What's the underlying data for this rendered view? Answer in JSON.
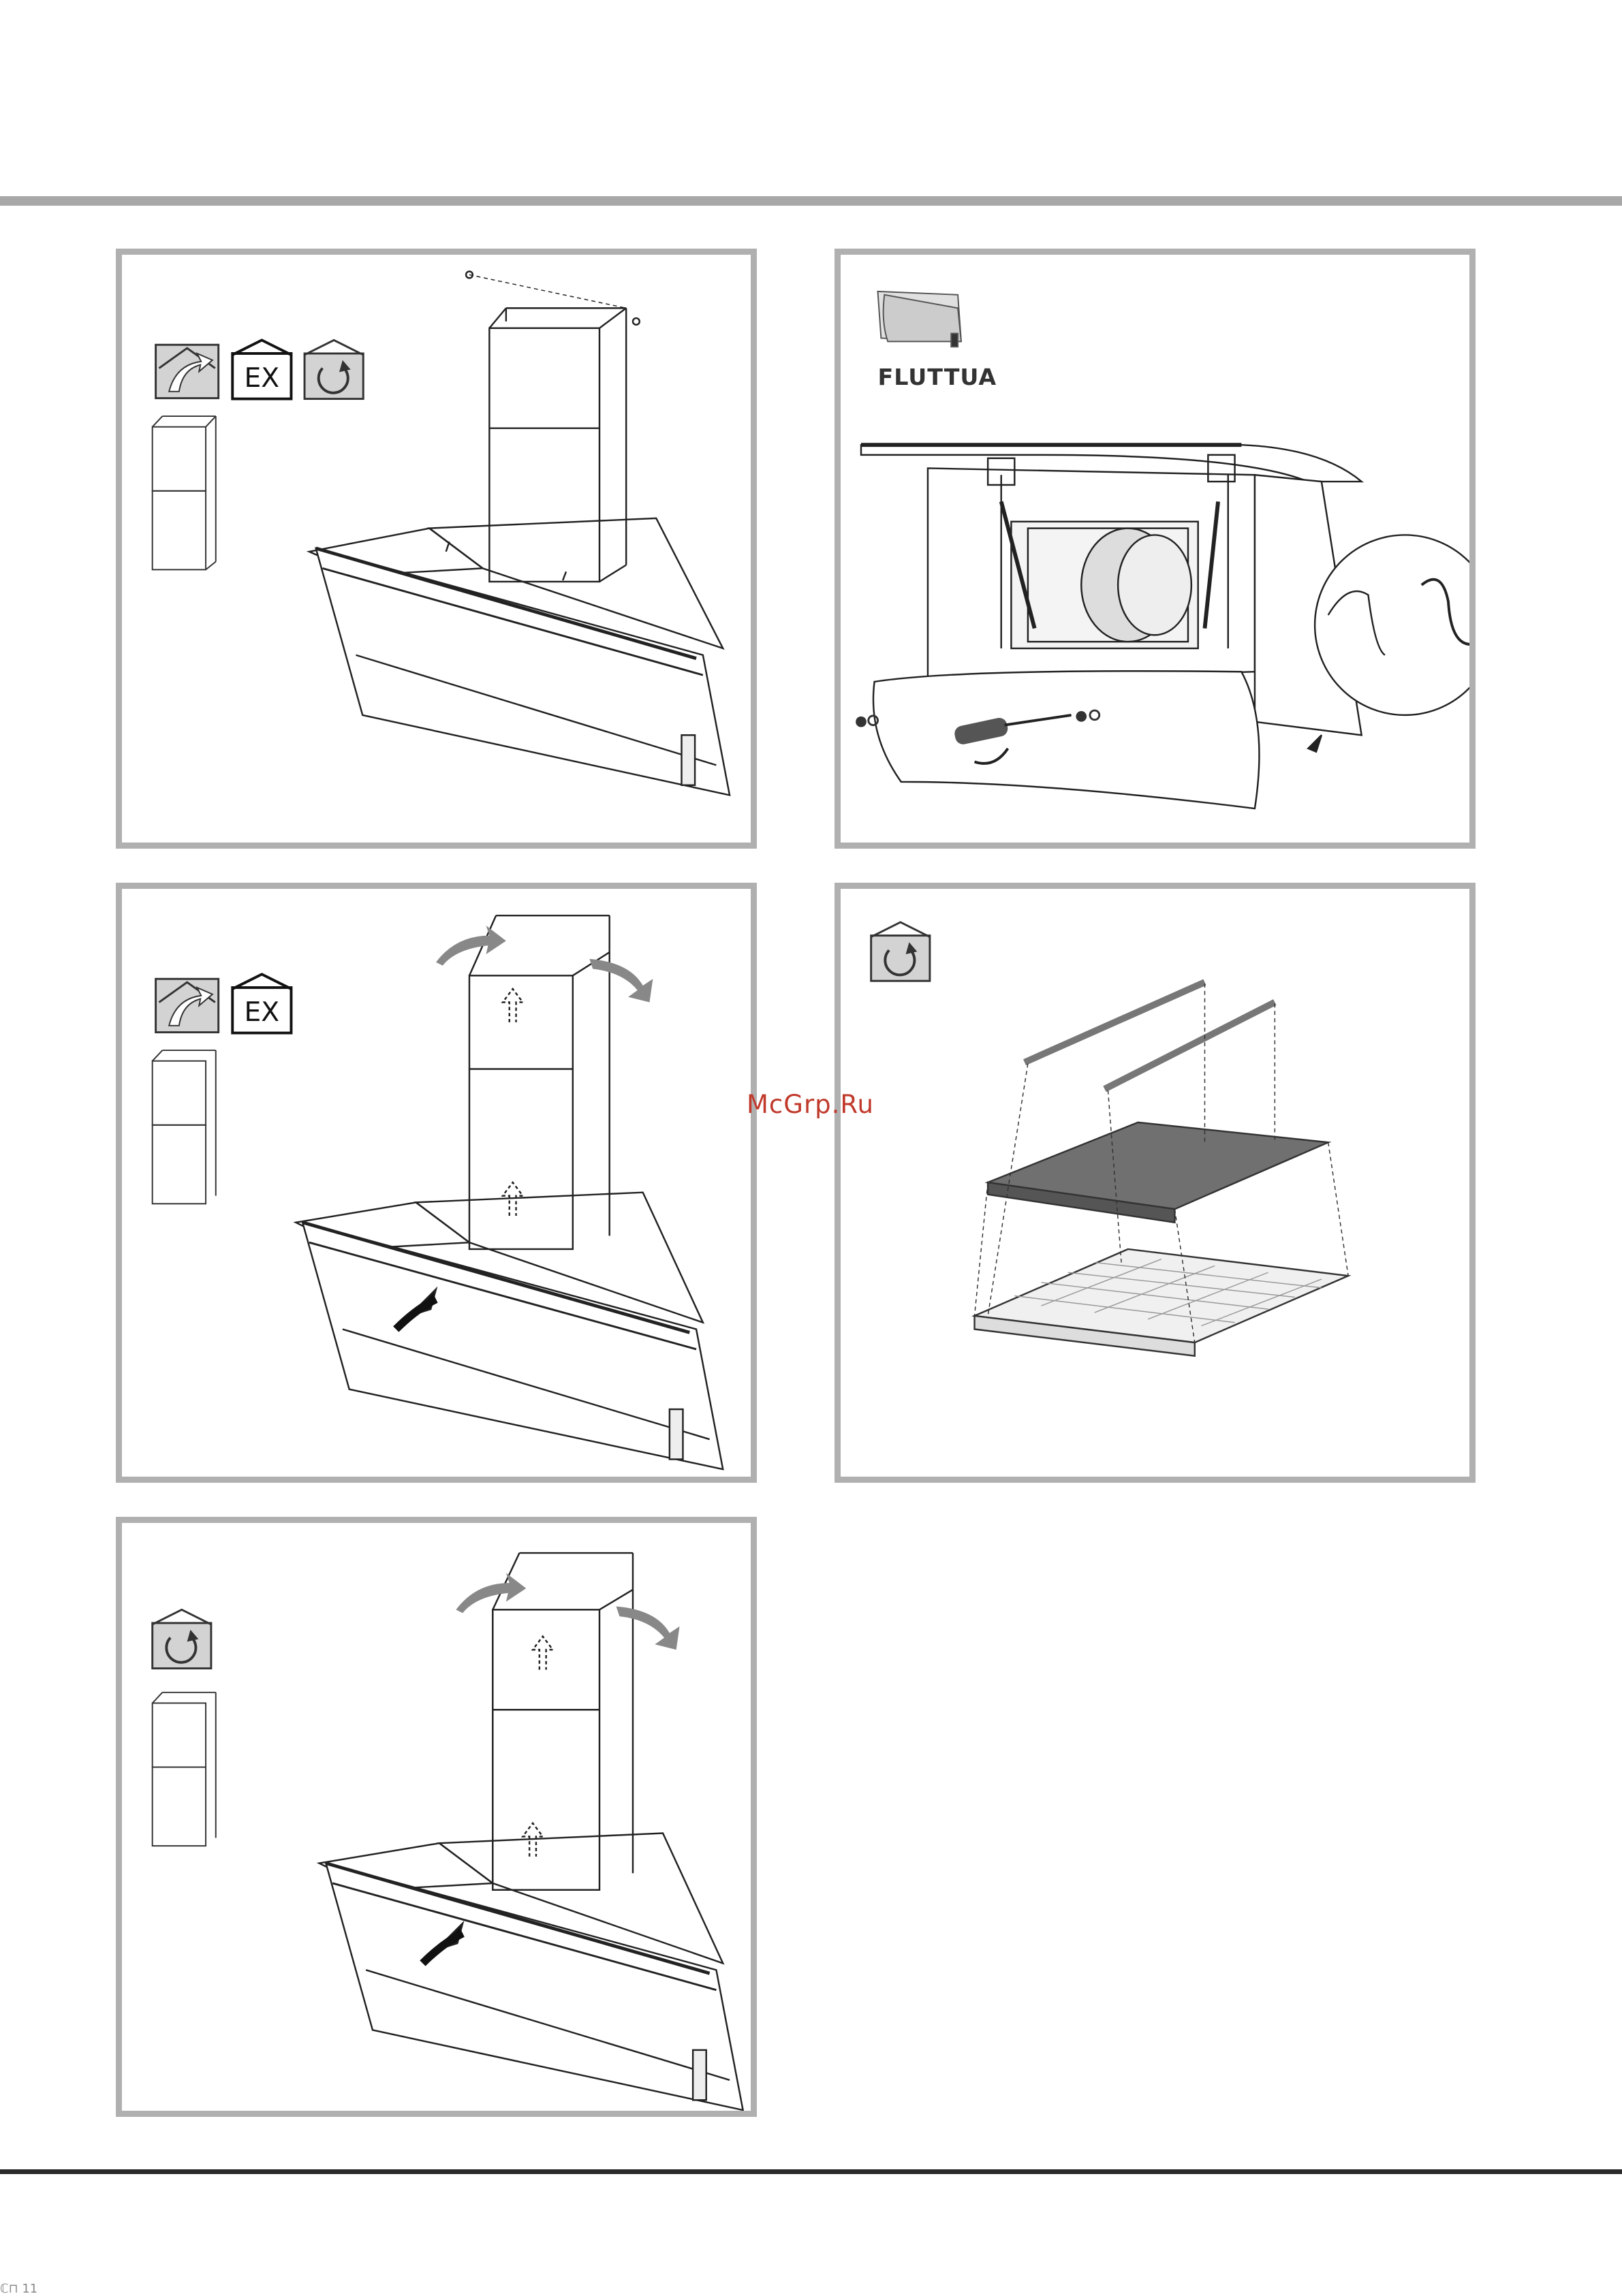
{
  "page": {
    "panel_2_label": "FLUTTUA",
    "watermark": "McGrp.Ru",
    "footer_mark": "ℂ⊓ 11"
  },
  "icons": {
    "ducted_mode": "house-arrow-out-icon",
    "extraction": "EX",
    "recirculation": "house-recirculate-icon"
  },
  "colors": {
    "rule": "#a8a8a8",
    "panel_border": "#b0b0b0",
    "icon_fill": "#d3d3d3",
    "filter_gray": "#707070",
    "watermark": "#c0392b"
  }
}
